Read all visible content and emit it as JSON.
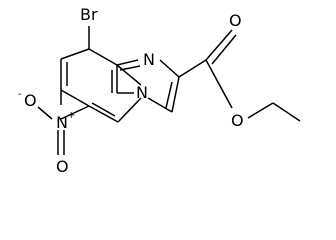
{
  "molecule": {
    "atoms": {
      "bromine": "Br",
      "ring_nitrogen_top": "N",
      "ring_nitrogen_bridge": "N",
      "nitro_nitrogen": "N",
      "nitro_plus": "+",
      "nitro_oxygen_top": "O",
      "nitro_minus": "-",
      "nitro_oxygen_bottom": "O",
      "carbonyl_oxygen": "O",
      "ester_oxygen": "O"
    }
  }
}
